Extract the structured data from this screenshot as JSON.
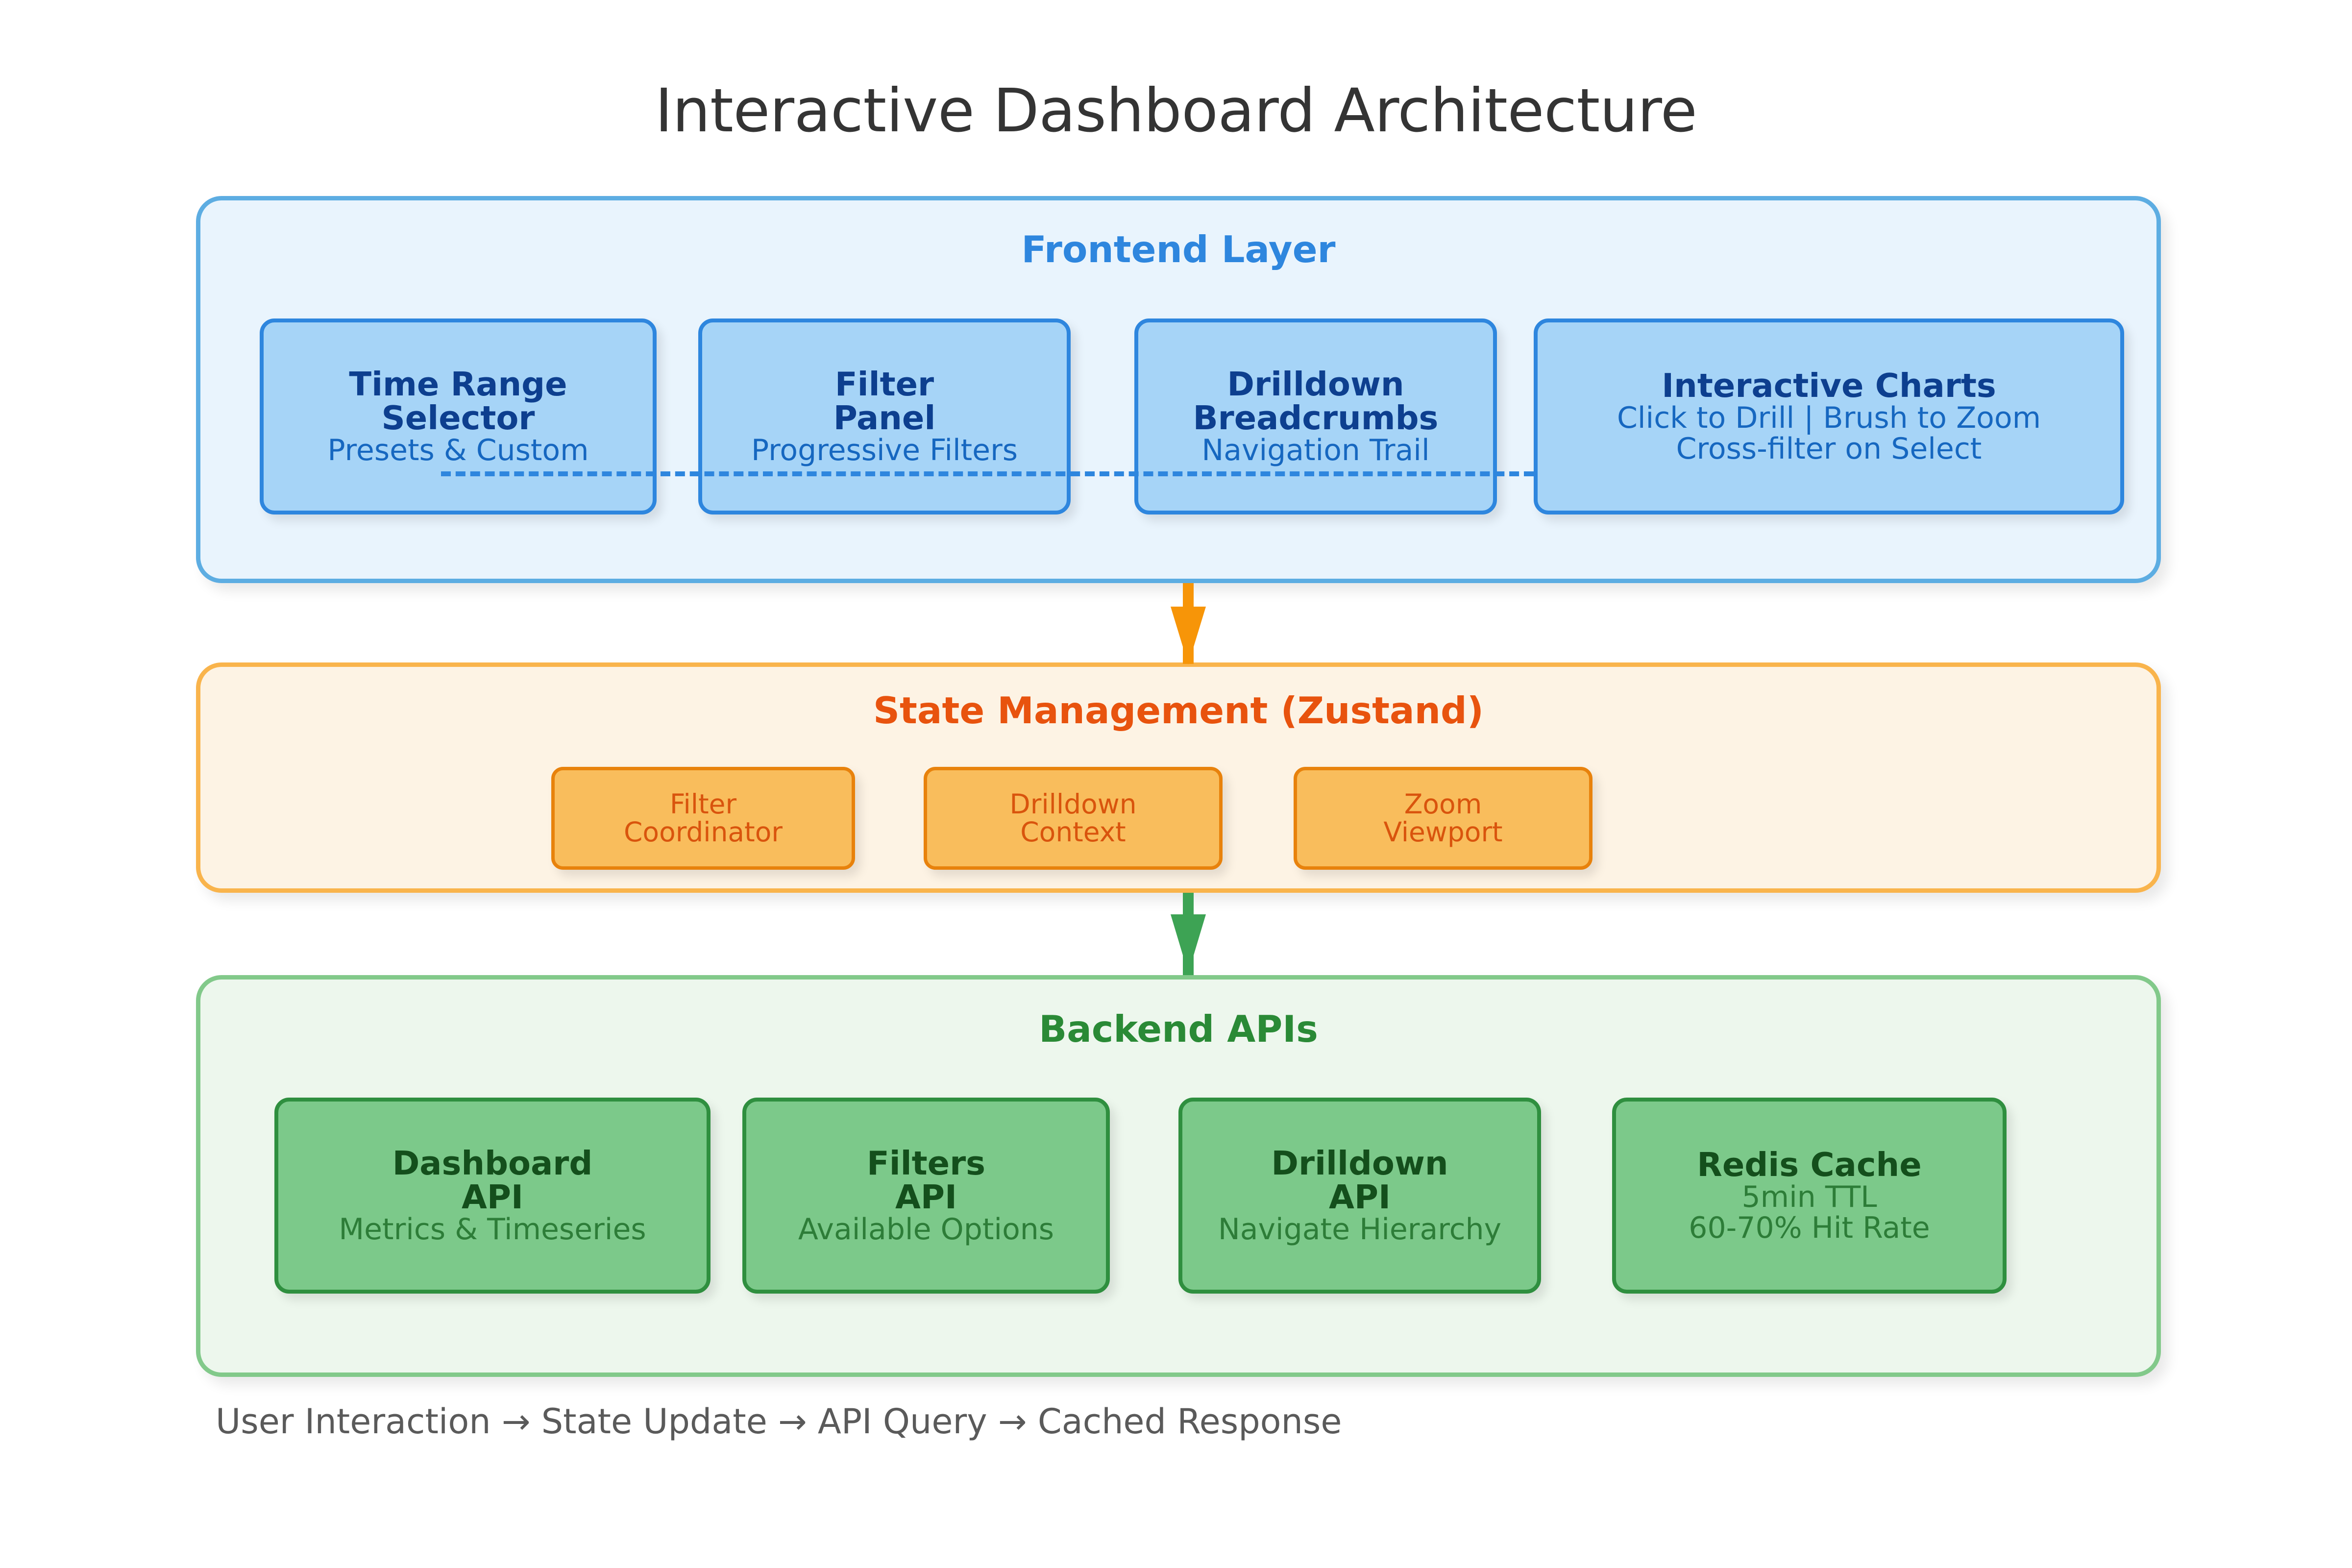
{
  "title": "Interactive Dashboard Architecture",
  "layers": [
    {
      "id": "frontend",
      "title": "Frontend Layer",
      "accent": "#2e86de",
      "box_fill": "#a6d4f7",
      "box_border": "#2e86de",
      "panel_fill": "#e9f4fd",
      "nodes": [
        {
          "title_lines": [
            "Time Range",
            "Selector"
          ],
          "sub_lines": [
            "Presets & Custom"
          ]
        },
        {
          "title_lines": [
            "Filter",
            "Panel"
          ],
          "sub_lines": [
            "Progressive Filters"
          ]
        },
        {
          "title_lines": [
            "Drilldown",
            "Breadcrumbs"
          ],
          "sub_lines": [
            "Navigation Trail"
          ]
        },
        {
          "title_lines": [
            "Interactive Charts"
          ],
          "sub_lines": [
            "Click to Drill | Brush to Zoom",
            "Cross-filter on Select"
          ]
        }
      ]
    },
    {
      "id": "state",
      "title": "State Management (Zustand)",
      "accent": "#e8530e",
      "box_fill": "#f9bd5c",
      "box_border": "#e8820c",
      "panel_fill": "#fdf3e4",
      "nodes": [
        {
          "title_lines": [
            "Filter",
            "Coordinator"
          ],
          "sub_lines": []
        },
        {
          "title_lines": [
            "Drilldown",
            "Context"
          ],
          "sub_lines": []
        },
        {
          "title_lines": [
            "Zoom",
            "Viewport"
          ],
          "sub_lines": []
        }
      ]
    },
    {
      "id": "backend",
      "title": "Backend APIs",
      "accent": "#2a8a36",
      "box_fill": "#7cc98a",
      "box_border": "#2f8f3f",
      "panel_fill": "#edf7ed",
      "nodes": [
        {
          "title_lines": [
            "Dashboard",
            "API"
          ],
          "sub_lines": [
            "Metrics & Timeseries"
          ]
        },
        {
          "title_lines": [
            "Filters",
            "API"
          ],
          "sub_lines": [
            "Available Options"
          ]
        },
        {
          "title_lines": [
            "Drilldown",
            "API"
          ],
          "sub_lines": [
            "Navigate Hierarchy"
          ]
        },
        {
          "title_lines": [
            "Redis Cache"
          ],
          "sub_lines": [
            "5min TTL",
            "60-70% Hit Rate"
          ]
        }
      ]
    }
  ],
  "connectors": {
    "frontend_dashed_color": "#2e86de",
    "arrow_frontend_to_state_color": "#f79508",
    "arrow_state_to_backend_color": "#3da354"
  },
  "footer_caption": "User Interaction → State Update → API Query → Cached Response"
}
